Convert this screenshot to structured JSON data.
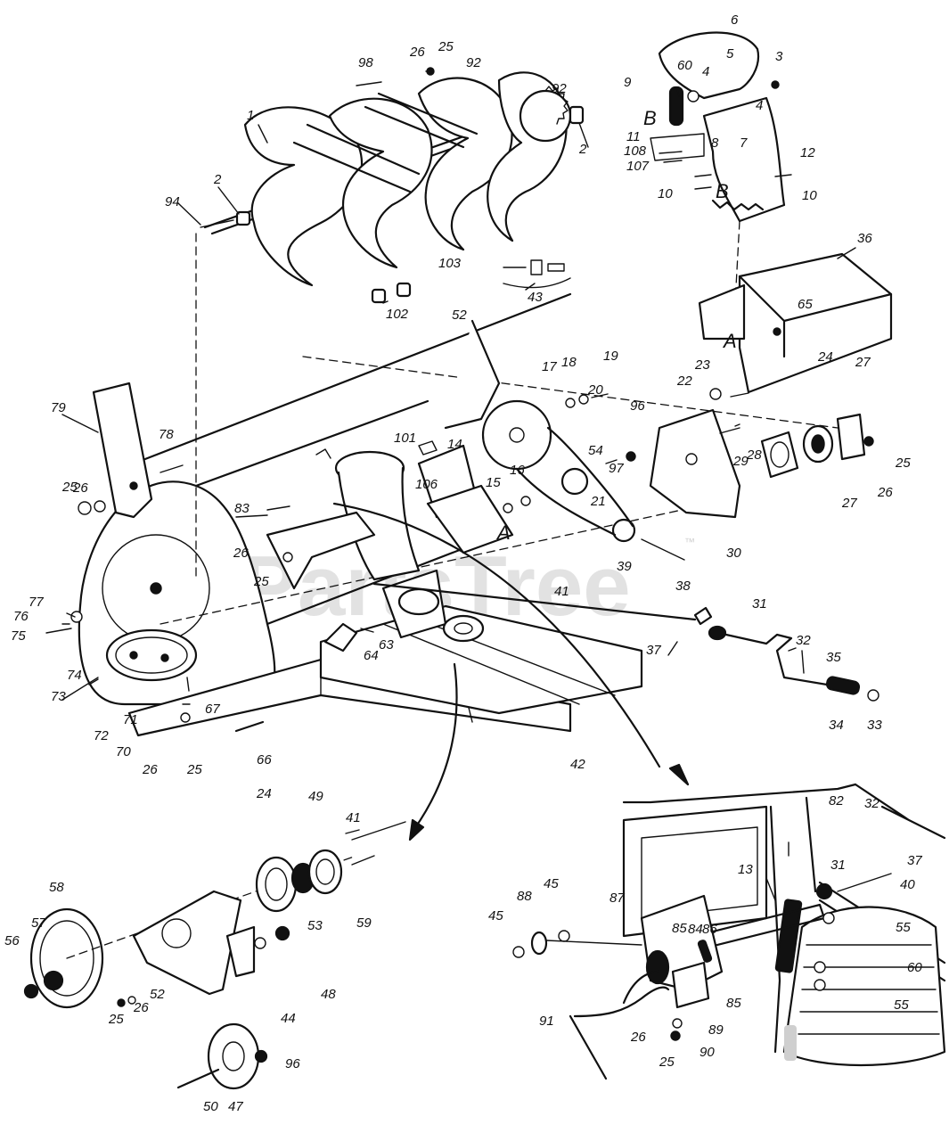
{
  "watermark": {
    "text": "PartsTree",
    "trademark": "™"
  },
  "letters": {
    "a": "A",
    "b": "B"
  },
  "part_labels": [
    {
      "id": "l98",
      "text": "98"
    },
    {
      "id": "l26a",
      "text": "26"
    },
    {
      "id": "l25a",
      "text": "25"
    },
    {
      "id": "l92a",
      "text": "92"
    },
    {
      "id": "l92b",
      "text": "92"
    },
    {
      "id": "l1",
      "text": "1"
    },
    {
      "id": "l2a",
      "text": "2"
    },
    {
      "id": "l2b",
      "text": "2"
    },
    {
      "id": "l94",
      "text": "94"
    },
    {
      "id": "l103",
      "text": "103"
    },
    {
      "id": "l43",
      "text": "43"
    },
    {
      "id": "l102",
      "text": "102"
    },
    {
      "id": "l6",
      "text": "6"
    },
    {
      "id": "l5",
      "text": "5"
    },
    {
      "id": "l3",
      "text": "3"
    },
    {
      "id": "l9",
      "text": "9"
    },
    {
      "id": "l60a",
      "text": "60"
    },
    {
      "id": "l4a",
      "text": "4"
    },
    {
      "id": "l4b",
      "text": "4"
    },
    {
      "id": "l11",
      "text": "11"
    },
    {
      "id": "l7",
      "text": "7"
    },
    {
      "id": "l108",
      "text": "108"
    },
    {
      "id": "l8",
      "text": "8"
    },
    {
      "id": "l12",
      "text": "12"
    },
    {
      "id": "l107",
      "text": "107"
    },
    {
      "id": "l10a",
      "text": "10"
    },
    {
      "id": "l10b",
      "text": "10"
    },
    {
      "id": "l36",
      "text": "36"
    },
    {
      "id": "l65",
      "text": "65"
    },
    {
      "id": "l52a",
      "text": "52"
    },
    {
      "id": "l17",
      "text": "17"
    },
    {
      "id": "l18",
      "text": "18"
    },
    {
      "id": "l19",
      "text": "19"
    },
    {
      "id": "l22",
      "text": "22"
    },
    {
      "id": "l23",
      "text": "23"
    },
    {
      "id": "l24a",
      "text": "24"
    },
    {
      "id": "l27a",
      "text": "27"
    },
    {
      "id": "l96a",
      "text": "96"
    },
    {
      "id": "l20",
      "text": "20"
    },
    {
      "id": "l79",
      "text": "79"
    },
    {
      "id": "l78",
      "text": "78"
    },
    {
      "id": "l101",
      "text": "101"
    },
    {
      "id": "l14",
      "text": "14"
    },
    {
      "id": "l54",
      "text": "54"
    },
    {
      "id": "l97",
      "text": "97"
    },
    {
      "id": "l29",
      "text": "29"
    },
    {
      "id": "l28",
      "text": "28"
    },
    {
      "id": "l25b",
      "text": "25"
    },
    {
      "id": "l26b",
      "text": "26"
    },
    {
      "id": "l27b",
      "text": "27"
    },
    {
      "id": "l106",
      "text": "106"
    },
    {
      "id": "l16",
      "text": "16"
    },
    {
      "id": "l15",
      "text": "15"
    },
    {
      "id": "l21",
      "text": "21"
    },
    {
      "id": "l26c",
      "text": "26"
    },
    {
      "id": "l25c",
      "text": "25"
    },
    {
      "id": "l83",
      "text": "83"
    },
    {
      "id": "l30",
      "text": "30"
    },
    {
      "id": "l39",
      "text": "39"
    },
    {
      "id": "l38",
      "text": "38"
    },
    {
      "id": "l26d",
      "text": "26"
    },
    {
      "id": "l25d",
      "text": "25"
    },
    {
      "id": "l41a",
      "text": "41"
    },
    {
      "id": "l31a",
      "text": "31"
    },
    {
      "id": "l77",
      "text": "77"
    },
    {
      "id": "l76",
      "text": "76"
    },
    {
      "id": "l75",
      "text": "75"
    },
    {
      "id": "l63",
      "text": "63"
    },
    {
      "id": "l64",
      "text": "64"
    },
    {
      "id": "l37a",
      "text": "37"
    },
    {
      "id": "l32a",
      "text": "32"
    },
    {
      "id": "l35",
      "text": "35"
    },
    {
      "id": "l74",
      "text": "74"
    },
    {
      "id": "l73",
      "text": "73"
    },
    {
      "id": "l72",
      "text": "72"
    },
    {
      "id": "l71",
      "text": "71"
    },
    {
      "id": "l70",
      "text": "70"
    },
    {
      "id": "l67",
      "text": "67"
    },
    {
      "id": "l26e",
      "text": "26"
    },
    {
      "id": "l25e",
      "text": "25"
    },
    {
      "id": "l66",
      "text": "66"
    },
    {
      "id": "l42",
      "text": "42"
    },
    {
      "id": "l34",
      "text": "34"
    },
    {
      "id": "l33",
      "text": "33"
    },
    {
      "id": "l24b",
      "text": "24"
    },
    {
      "id": "l49",
      "text": "49"
    },
    {
      "id": "l41b",
      "text": "41"
    },
    {
      "id": "l58",
      "text": "58"
    },
    {
      "id": "l57",
      "text": "57"
    },
    {
      "id": "l56",
      "text": "56"
    },
    {
      "id": "l53",
      "text": "53"
    },
    {
      "id": "l59",
      "text": "59"
    },
    {
      "id": "l48",
      "text": "48"
    },
    {
      "id": "l44",
      "text": "44"
    },
    {
      "id": "l25f",
      "text": "25"
    },
    {
      "id": "l26f",
      "text": "26"
    },
    {
      "id": "l52b",
      "text": "52"
    },
    {
      "id": "l96b",
      "text": "96"
    },
    {
      "id": "l50",
      "text": "50"
    },
    {
      "id": "l47",
      "text": "47"
    },
    {
      "id": "l82",
      "text": "82"
    },
    {
      "id": "l32b",
      "text": "32"
    },
    {
      "id": "l37b",
      "text": "37"
    },
    {
      "id": "l31b",
      "text": "31"
    },
    {
      "id": "l40",
      "text": "40"
    },
    {
      "id": "l13",
      "text": "13"
    },
    {
      "id": "l55a",
      "text": "55"
    },
    {
      "id": "l45a",
      "text": "45"
    },
    {
      "id": "l88",
      "text": "88"
    },
    {
      "id": "l45b",
      "text": "45"
    },
    {
      "id": "l87",
      "text": "87"
    },
    {
      "id": "l85a",
      "text": "85"
    },
    {
      "id": "l84",
      "text": "84"
    },
    {
      "id": "l86",
      "text": "86"
    },
    {
      "id": "l85b",
      "text": "85"
    },
    {
      "id": "l60b",
      "text": "60"
    },
    {
      "id": "l55b",
      "text": "55"
    },
    {
      "id": "l91",
      "text": "91"
    },
    {
      "id": "l89",
      "text": "89"
    },
    {
      "id": "l26g",
      "text": "26"
    },
    {
      "id": "l25g",
      "text": "25"
    },
    {
      "id": "l90",
      "text": "90"
    }
  ]
}
